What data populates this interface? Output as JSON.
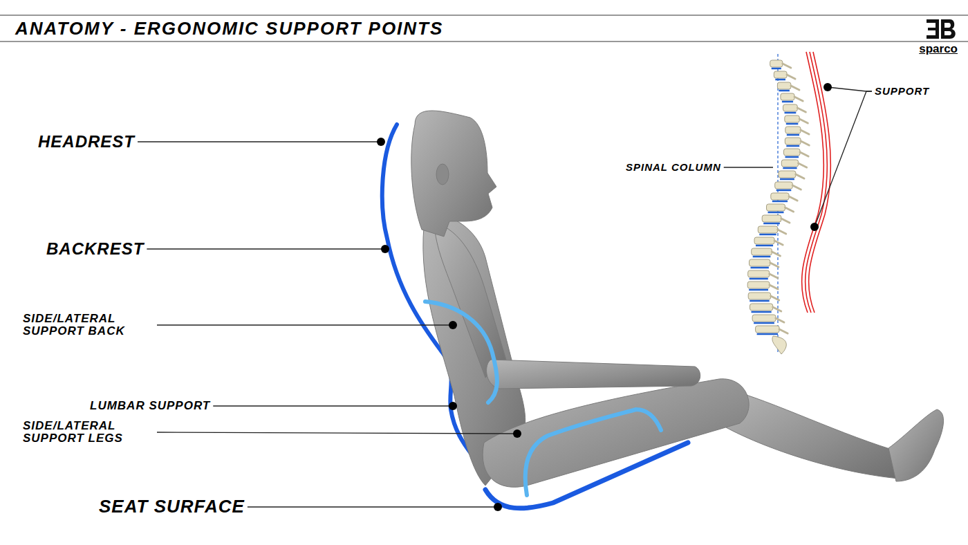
{
  "diagram": {
    "title": "ANATOMY - ERGONOMIC SUPPORT POINTS",
    "labels": [
      "HEADREST",
      "BACKREST",
      "SIDE/LATERAL SUPPORT BACK",
      "LUMBAR SUPPORT",
      "SIDE/LATERAL SUPPORT LEGS",
      "SEAT SURFACE",
      "SPINAL COLUMN",
      "SUPPORT",
      "sparco"
    ]
  }
}
